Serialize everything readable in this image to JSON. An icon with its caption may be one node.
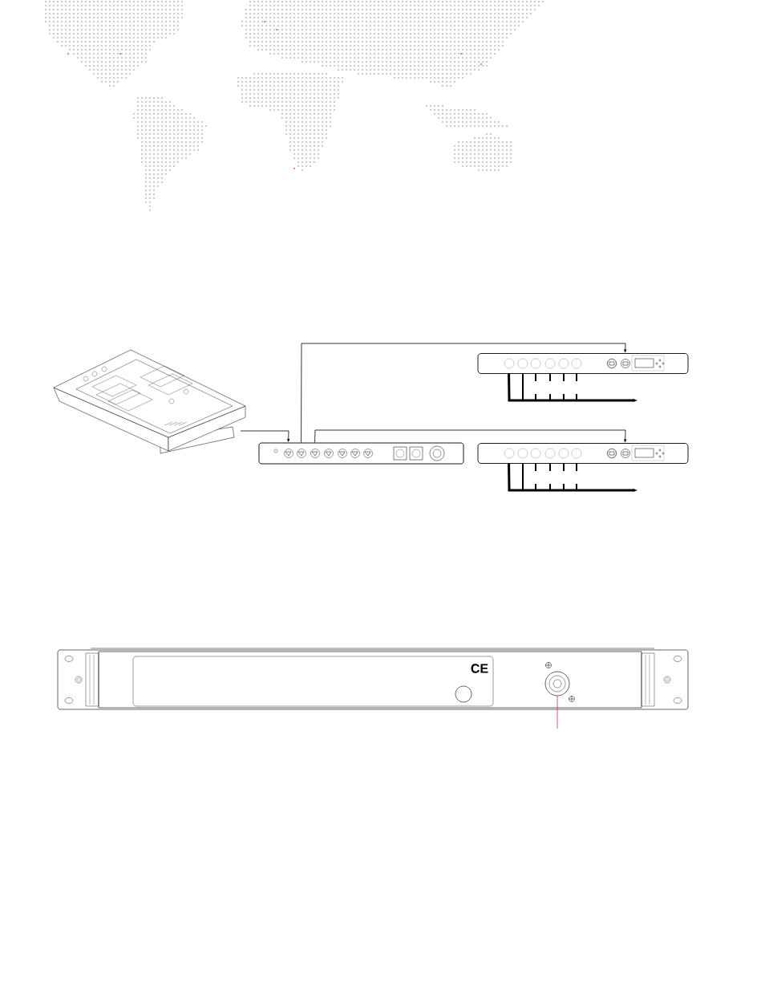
{
  "diagram": {
    "nodes": [
      {
        "text": [],
        "shape": "picture"
      },
      {
        "text": [],
        "shape": "box"
      },
      {
        "text": [],
        "shape": "box"
      },
      {
        "text": [],
        "shape": "box"
      },
      {
        "text": [],
        "shape": "circle"
      }
    ],
    "edges": [
      {
        "from": 0,
        "to": 1,
        "arrow": "to"
      },
      {
        "from": 1,
        "to": 2,
        "arrow": "to"
      },
      {
        "from": 1,
        "to": 3,
        "arrow": "to"
      },
      {
        "from": 2,
        "to": null,
        "arrow": "to",
        "style": "thick"
      },
      {
        "from": 3,
        "to": null,
        "arrow": "to",
        "style": "thick"
      },
      {
        "from": 4,
        "to": null,
        "arrow": "none",
        "color": "#e0207a"
      }
    ],
    "labels": [
      "CE"
    ]
  }
}
